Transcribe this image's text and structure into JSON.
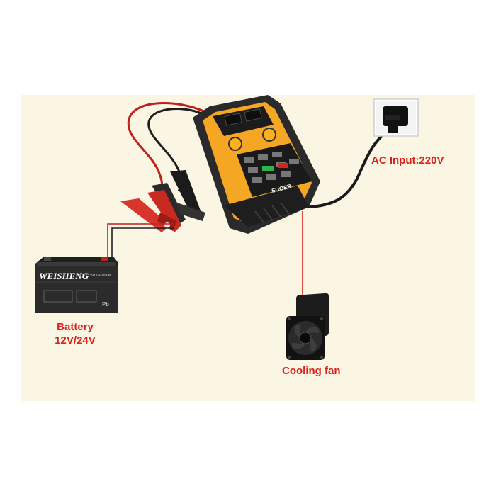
{
  "labels": {
    "ac_input": "AC Input:220V",
    "battery_line1": "Battery",
    "battery_line2": "12V/24V",
    "cooling_fan": "Cooling fan"
  },
  "battery": {
    "brand": "WEISHENG",
    "model": "SP1212  12V12AH/20HR",
    "pb": "Pb"
  },
  "charger": {
    "brand": "SUOER"
  },
  "colors": {
    "label_red": "#d9221c",
    "background": "#fbf5e4",
    "charger_yellow": "#f5a623",
    "charger_body": "#262626"
  },
  "icons": [
    "power-socket-icon",
    "battery-icon",
    "charger-icon",
    "cooling-fan-icon",
    "alligator-clip-icon",
    "arrow-down-icon"
  ]
}
